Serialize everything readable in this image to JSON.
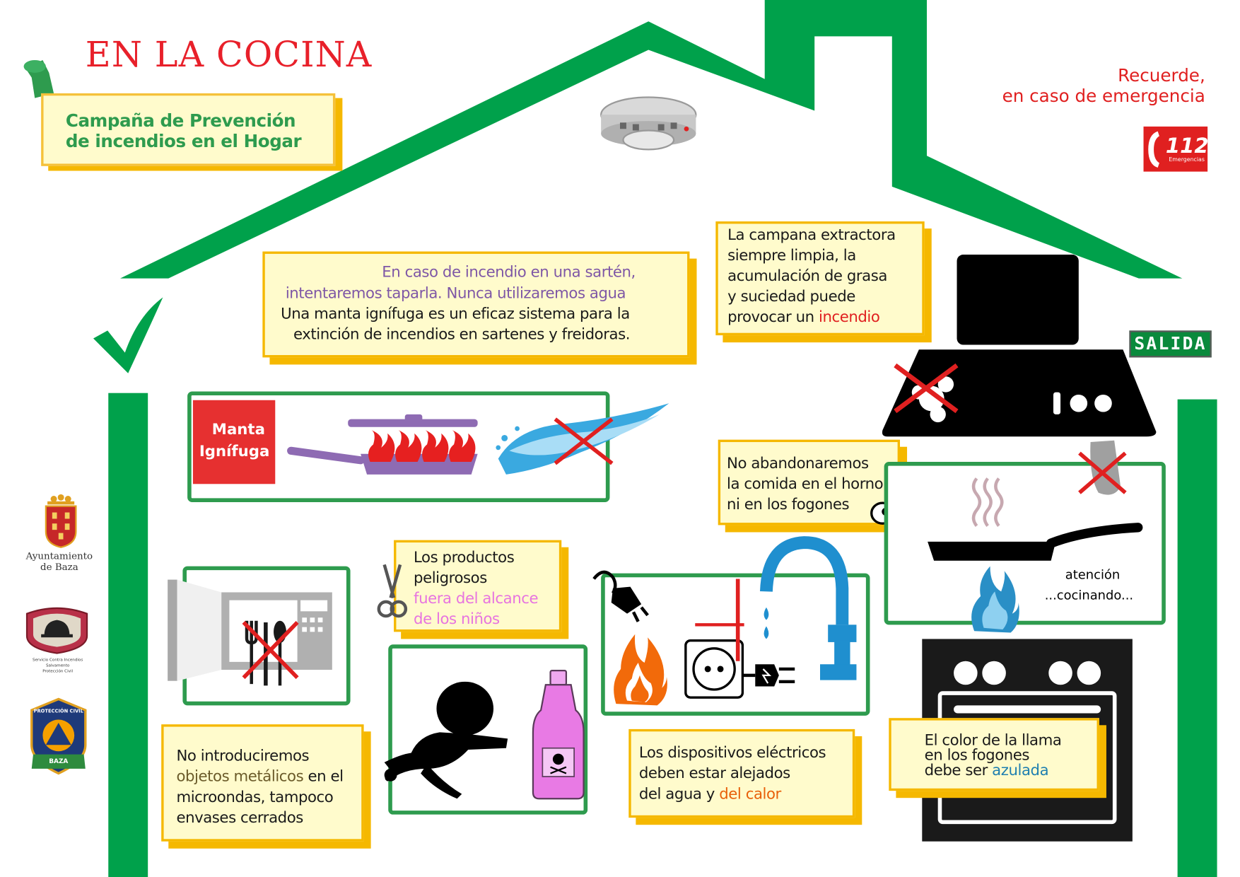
{
  "header": {
    "title": "EN LA COCINA",
    "campaign_line1": "Campaña de Prevención",
    "campaign_line2": "de incendios en el Hogar"
  },
  "emergency": {
    "line1": "Recuerde,",
    "line2": "en caso de emergencia",
    "number": "112",
    "label": "Emergencias"
  },
  "exit_sign": "SALIDA",
  "notes": {
    "pan_fire": {
      "line1": "En caso de incendio en una sartén,",
      "line2": "intentaremos taparla. Nunca utilizaremos agua",
      "line3": "Una manta ignífuga es un eficaz sistema para la",
      "line4": "extinción de incendios en sartenes y freidoras."
    },
    "hood": {
      "line1": "La campana extractora",
      "line2": "siempre limpia, la",
      "line3": "acumulación de grasa",
      "line4": "y suciedad puede",
      "line5_a": "provocar un ",
      "line5_b": "incendio"
    },
    "oven": {
      "line1": "No abandonaremos",
      "line2": "la comida en el horno",
      "line3": "ni en los fogones"
    },
    "products": {
      "line1": "Los productos",
      "line2": "peligrosos",
      "line3": "fuera del alcance",
      "line4": "de los niños"
    },
    "microwave": {
      "line1": "No introduciremos",
      "line2_a": "objetos metálicos",
      "line2_b": " en el",
      "line3": "microondas, tampoco",
      "line4": "envases cerrados"
    },
    "electric": {
      "line1": "Los dispositivos eléctricos",
      "line2": "deben estar alejados",
      "line3_a": "del agua y ",
      "line3_b": "del calor"
    },
    "flame": {
      "line1": "El color de la llama",
      "line2": "en los fogones",
      "line3_a": "debe ser ",
      "line3_b": "azulada"
    }
  },
  "blanket_label_line1": "Manta",
  "blanket_label_line2": "Ignífuga",
  "cooking_caption_line1": "atención",
  "cooking_caption_line2": "...cocinando...",
  "logos": {
    "ayuntamiento_line1": "Ayuntamiento",
    "ayuntamiento_line2": "de Baza",
    "fire_service_line1": "Servicio Contra Incendios",
    "fire_service_line2": "Salvamento",
    "fire_service_line3": "Protección Civil",
    "civil_protection_text": "PROTECCIÓN CIVIL",
    "civil_protection_city": "BAZA"
  },
  "colors": {
    "house_green": "#00a14b",
    "frame_green": "#2e9b4e",
    "note_background": "#fffbcc",
    "note_border": "#f5b800",
    "accent_red": "#e02020",
    "accent_purple": "#7e57a6",
    "accent_orange": "#e8600a",
    "accent_pink": "#e774e0",
    "accent_blue": "#1f7fb0",
    "title_red": "#e8202a",
    "campaign_green": "#2e9b4e"
  },
  "icons": [
    "thumbtack-icon",
    "smoke-detector-icon",
    "phone-112-icon",
    "check-mark-icon",
    "extractor-hood-icon",
    "cross-mark-icon",
    "frying-pan-icon",
    "flame-icon",
    "water-splash-icon",
    "microwave-icon",
    "scissors-icon",
    "baby-silhouette-icon",
    "bleach-bottle-icon",
    "plug-icon",
    "socket-icon",
    "faucet-icon",
    "eyes-icon",
    "steam-icon",
    "kitchen-stove-icon",
    "coat-of-arms-icon",
    "fire-service-badge-icon",
    "civil-protection-badge-icon"
  ]
}
